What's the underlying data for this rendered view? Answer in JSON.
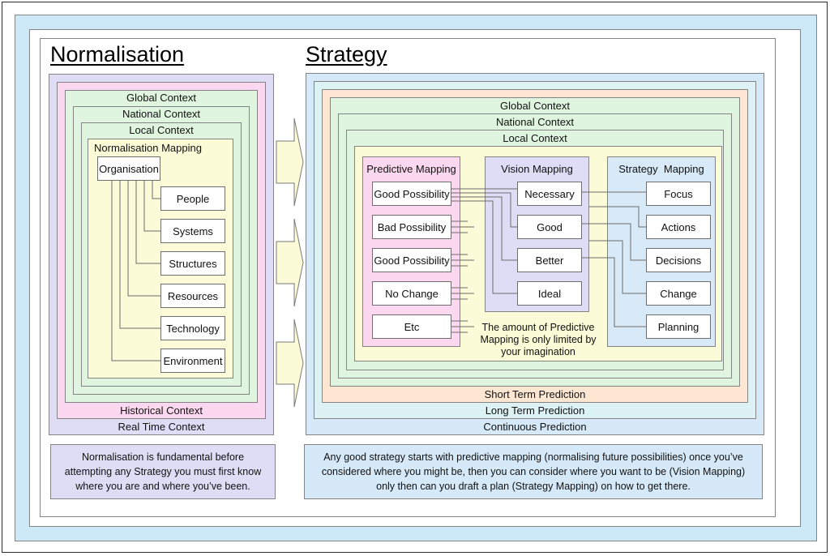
{
  "titles": {
    "left": "Normalisation",
    "right": "Strategy"
  },
  "colors": {
    "outer_frame_blue": "#cde9f8",
    "lavender": "#dfddf6",
    "pink": "#fcd8f0",
    "green": "#dff5df",
    "yellow": "#fbfbd8",
    "peach": "#fde6d2",
    "cyan": "#ddf2f5",
    "light_blue": "#d6e9f8",
    "border_gray": "#848484",
    "text": "#111111"
  },
  "normalisation": {
    "contexts": [
      "Global Context",
      "National Context",
      "Local Context"
    ],
    "historical_label": "Historical Context",
    "realtime_label": "Real Time Context",
    "mapping_label": "Normalisation Mapping",
    "organisation_label": "Organisation",
    "elements": [
      "People",
      "Systems",
      "Structures",
      "Resources",
      "Technology",
      "Environment"
    ],
    "note": "Normalisation is fundamental before attempting any Strategy you must first know where you are and where you’ve been."
  },
  "strategy": {
    "contexts": [
      "Global Context",
      "National Context",
      "Local Context"
    ],
    "prediction_labels": [
      "Short Term Prediction",
      "Long Term Prediction",
      "Continuous Prediction"
    ],
    "predictive_mapping": {
      "label": "Predictive Mapping",
      "items": [
        "Good Possibility",
        "Bad Possibility",
        "Good Possibility",
        "No Change",
        "Etc"
      ]
    },
    "vision_mapping": {
      "label": "Vision Mapping",
      "items": [
        "Necessary",
        "Good",
        "Better",
        "Ideal"
      ]
    },
    "strategy_mapping": {
      "label": "Strategy  Mapping",
      "items": [
        "Focus",
        "Actions",
        "Decisions",
        "Change",
        "Planning"
      ]
    },
    "imagination_note": "The amount of Predictive Mapping is only limited by your imagination",
    "note": "Any good strategy starts with predictive mapping (normalising future possibilities) once you’ve considered where you might be, then you can consider where you want to be (Vision Mapping) only then can you draft a plan (Strategy Mapping) on how to get there."
  }
}
